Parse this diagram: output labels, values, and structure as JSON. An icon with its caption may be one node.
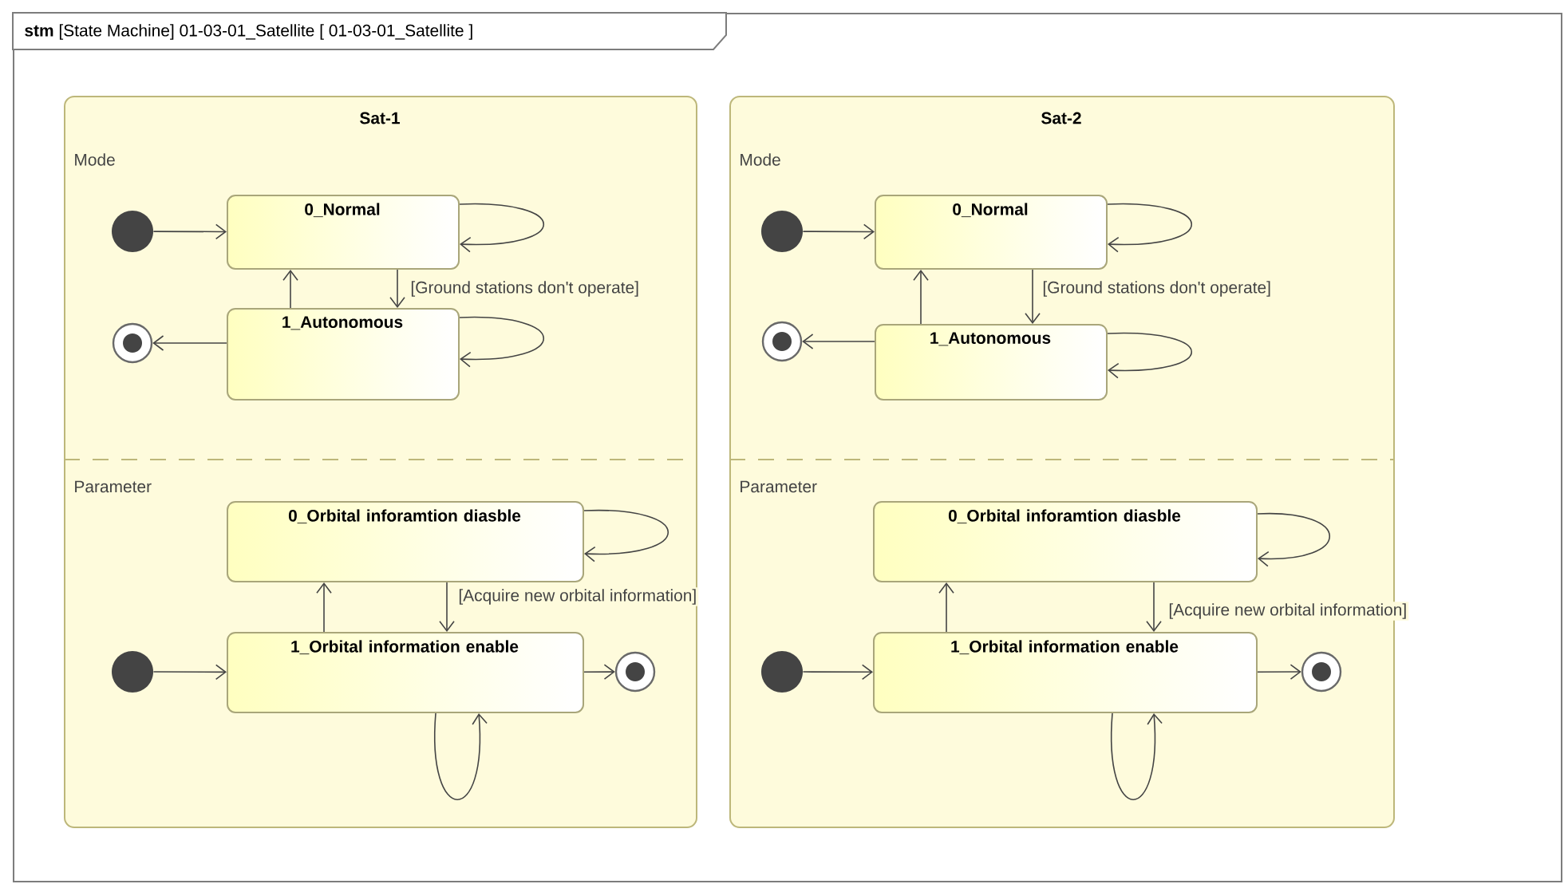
{
  "diagram": {
    "nodes": [
      {
        "text": [
          "**stm** [State Machine] 01-03-01_Satellite [ 01-03-01_Satellite ]"
        ]
      },
      {
        "text": [
          "Sat-1"
        ],
        "in": 0
      },
      {
        "text": [],
        "shape": "dot",
        "in": 1
      },
      {
        "text": [
          "0_Normal"
        ],
        "in": 1
      },
      {
        "text": [
          "1_Autonomous"
        ],
        "in": 1
      },
      {
        "text": [],
        "shape": "bullseye",
        "in": 1
      },
      {
        "text": [
          "0_Orbital inforamtion diasble"
        ],
        "in": 1
      },
      {
        "text": [],
        "shape": "dot",
        "in": 1
      },
      {
        "text": [
          "1_Orbital information enable"
        ],
        "in": 1
      },
      {
        "text": [],
        "shape": "bullseye",
        "in": 1
      },
      {
        "text": [
          "Sat-2"
        ],
        "in": 0
      },
      {
        "text": [],
        "shape": "dot",
        "in": 10
      },
      {
        "text": [
          "0_Normal"
        ],
        "in": 10
      },
      {
        "text": [
          "1_Autonomous"
        ],
        "in": 10
      },
      {
        "text": [],
        "shape": "bullseye",
        "in": 10
      },
      {
        "text": [
          "0_Orbital inforamtion diasble"
        ],
        "in": 10
      },
      {
        "text": [],
        "shape": "dot",
        "in": 10
      },
      {
        "text": [
          "1_Orbital information enable"
        ],
        "in": 10
      },
      {
        "text": [],
        "shape": "bullseye",
        "in": 10
      }
    ],
    "edges": [
      {
        "from": 2,
        "to": 3,
        "arrow": "to"
      },
      {
        "from": 3,
        "to": 3,
        "arrow": "to"
      },
      {
        "from": 3,
        "to": 4,
        "arrow": "to",
        "label": "[Ground stations don't operate]"
      },
      {
        "from": 4,
        "to": 3,
        "arrow": "to"
      },
      {
        "from": 4,
        "to": 4,
        "arrow": "to"
      },
      {
        "from": 4,
        "to": 5,
        "arrow": "to"
      },
      {
        "from": 6,
        "to": 6,
        "arrow": "to"
      },
      {
        "from": 6,
        "to": 8,
        "arrow": "to",
        "label": "[Acquire new orbital information]"
      },
      {
        "from": 8,
        "to": 6,
        "arrow": "to"
      },
      {
        "from": 7,
        "to": 8,
        "arrow": "to"
      },
      {
        "from": 8,
        "to": 9,
        "arrow": "to"
      },
      {
        "from": 8,
        "to": 8,
        "arrow": "to"
      },
      {
        "from": 11,
        "to": 12,
        "arrow": "to"
      },
      {
        "from": 12,
        "to": 12,
        "arrow": "to"
      },
      {
        "from": 12,
        "to": 13,
        "arrow": "to",
        "label": "[Ground stations don't operate]"
      },
      {
        "from": 13,
        "to": 12,
        "arrow": "to"
      },
      {
        "from": 13,
        "to": 13,
        "arrow": "to"
      },
      {
        "from": 13,
        "to": 14,
        "arrow": "to"
      },
      {
        "from": 15,
        "to": 15,
        "arrow": "to"
      },
      {
        "from": 15,
        "to": 17,
        "arrow": "to",
        "label": "[Acquire new orbital information]"
      },
      {
        "from": 17,
        "to": 15,
        "arrow": "to"
      },
      {
        "from": 16,
        "to": 17,
        "arrow": "to"
      },
      {
        "from": 17,
        "to": 18,
        "arrow": "to"
      },
      {
        "from": 17,
        "to": 17,
        "arrow": "to"
      }
    ],
    "labels": [
      "Mode",
      "Parameter",
      "Mode",
      "Parameter"
    ]
  }
}
